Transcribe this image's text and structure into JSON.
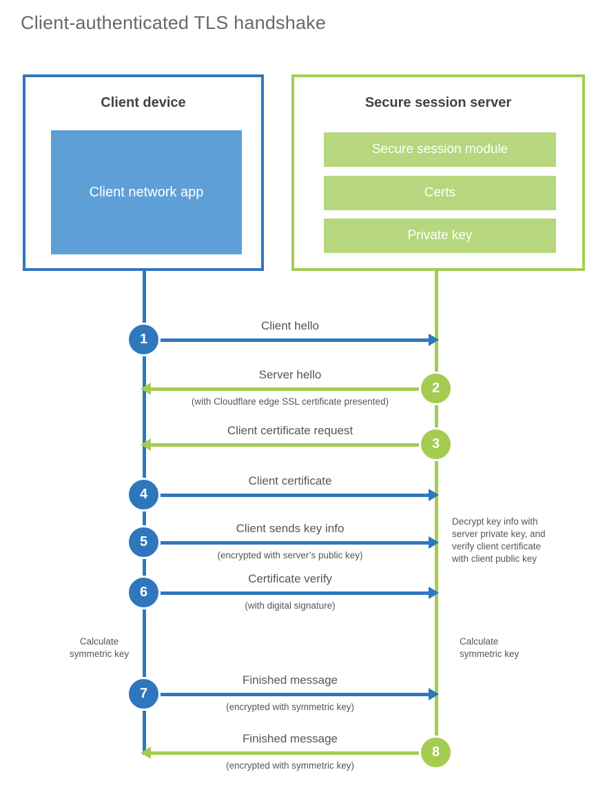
{
  "title": "Client-authenticated TLS handshake",
  "colors": {
    "blue_accent": "#2e77bd",
    "blue_fill": "#5f9fd7",
    "green_accent": "#a4cc51",
    "green_fill": "#b6d77d",
    "label_text": "#54555a",
    "heading_text": "#414246",
    "title_text": "#66686b"
  },
  "client_box": {
    "title": "Client device",
    "module": "Client network app"
  },
  "server_box": {
    "title": "Secure session server",
    "modules": [
      "Secure session module",
      "Certs",
      "Private key"
    ]
  },
  "steps": [
    {
      "num": "1",
      "actor": "client",
      "direction": "right",
      "label": "Client hello",
      "sublabel": ""
    },
    {
      "num": "2",
      "actor": "server",
      "direction": "left",
      "label": "Server hello",
      "sublabel": "(with Cloudflare edge SSL certificate presented)"
    },
    {
      "num": "3",
      "actor": "server",
      "direction": "left",
      "label": "Client certificate request",
      "sublabel": ""
    },
    {
      "num": "4",
      "actor": "client",
      "direction": "right",
      "label": "Client certificate",
      "sublabel": ""
    },
    {
      "num": "5",
      "actor": "client",
      "direction": "right",
      "label": "Client sends key info",
      "sublabel": "(encrypted with server’s public key)"
    },
    {
      "num": "6",
      "actor": "client",
      "direction": "right",
      "label": "Certificate verify",
      "sublabel": "(with digital signature)"
    },
    {
      "num": "7",
      "actor": "client",
      "direction": "right",
      "label": "Finished message",
      "sublabel": "(encrypted with symmetric key)"
    },
    {
      "num": "8",
      "actor": "server",
      "direction": "left",
      "label": "Finished message",
      "sublabel": "(encrypted with symmetric key)"
    }
  ],
  "annotations": {
    "decrypt_note": "Decrypt key info with\nserver private key, and\nverify client certificate\nwith client public key",
    "calc_left": "Calculate\nsymmetric key",
    "calc_right": "Calculate\nsymmetric key"
  }
}
